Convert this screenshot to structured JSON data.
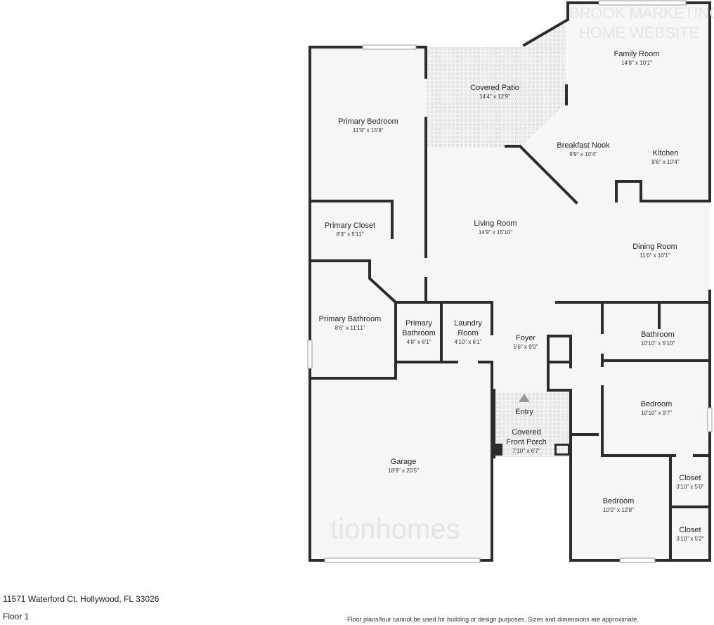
{
  "rooms": {
    "family_room": {
      "name": "Family Room",
      "dims": "14'8\" x 10'1\""
    },
    "covered_patio": {
      "name": "Covered Patio",
      "dims": "14'4\" x 12'9\""
    },
    "primary_bedroom": {
      "name": "Primary Bedroom",
      "dims": "11'9\" x 15'8\""
    },
    "breakfast_nook": {
      "name": "Breakfast Nook",
      "dims": "9'9\" x 10'4\""
    },
    "kitchen": {
      "name": "Kitchen",
      "dims": "9'6\" x 10'4\""
    },
    "primary_closet": {
      "name": "Primary Closet",
      "dims": "8'3\" x 5'11\""
    },
    "living_room": {
      "name": "Living Room",
      "dims": "14'9\" x 15'10\""
    },
    "dining_room": {
      "name": "Dining Room",
      "dims": "11'0\" x 10'1\""
    },
    "primary_bathroom_1": {
      "name": "Primary Bathroom",
      "dims": "8'6\" x 11'11\""
    },
    "primary_bathroom_2": {
      "name_line1": "Primary",
      "name_line2": "Bathroom",
      "dims": "4'8\" x 6'1\""
    },
    "laundry_room": {
      "name_line1": "Laundry",
      "name_line2": "Room",
      "dims": "4'10\" x 6'1\""
    },
    "foyer": {
      "name": "Foyer",
      "dims": "5'6\" x 9'0\""
    },
    "bathroom": {
      "name": "Bathroom",
      "dims": "10'10\" x 5'10\""
    },
    "entry": {
      "name": "Entry"
    },
    "bedroom_1": {
      "name": "Bedroom",
      "dims": "10'10\" x 9'7\""
    },
    "covered_front_porch": {
      "name_line1": "Covered",
      "name_line2": "Front Porch",
      "dims": "7'10\" x 6'7\""
    },
    "garage": {
      "name": "Garage",
      "dims": "18'9\" x 20'5\""
    },
    "closet_1": {
      "name": "Closet",
      "dims": "3'10\" x 5'0\""
    },
    "bedroom_2": {
      "name": "Bedroom",
      "dims": "10'0\" x 12'8\""
    },
    "closet_2": {
      "name": "Closet",
      "dims": "3'10\" x 5'2\""
    }
  },
  "watermarks": {
    "top": "BROOK MARKETING",
    "top2": "HOME WEBSITE",
    "center": "tionhomes"
  },
  "footer": {
    "address": "11571 Waterford Ct, Hollywood, FL 33026",
    "floor": "Floor 1",
    "disclaimer": "Floor plans/tour cannot be used for building or design purposes. Sizes and dimensions are approximate."
  }
}
